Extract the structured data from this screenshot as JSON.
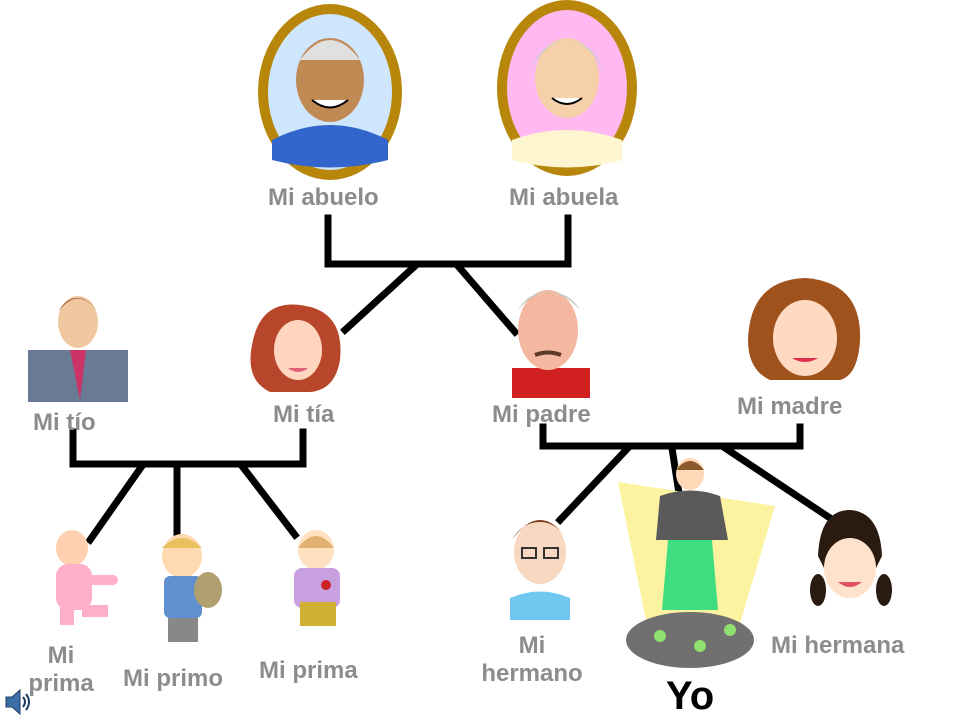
{
  "people": {
    "abuelo": "Mi abuelo",
    "abuela": "Mi abuela",
    "tio": "Mi tío",
    "tia": "Mi tía",
    "padre": "Mi padre",
    "madre": "Mi madre",
    "prima_baby_line1": "Mi",
    "prima_baby_line2": "prima",
    "primo": "Mi primo",
    "prima": "Mi prima",
    "hermano_line1": "Mi",
    "hermano_line2": "hermano",
    "yo": "Yo",
    "hermana": "Mi hermana"
  },
  "colors": {
    "label": "#8c8c8c",
    "line": "#000000",
    "frame": "#b8860b"
  },
  "icons": [
    "speaker-icon"
  ]
}
